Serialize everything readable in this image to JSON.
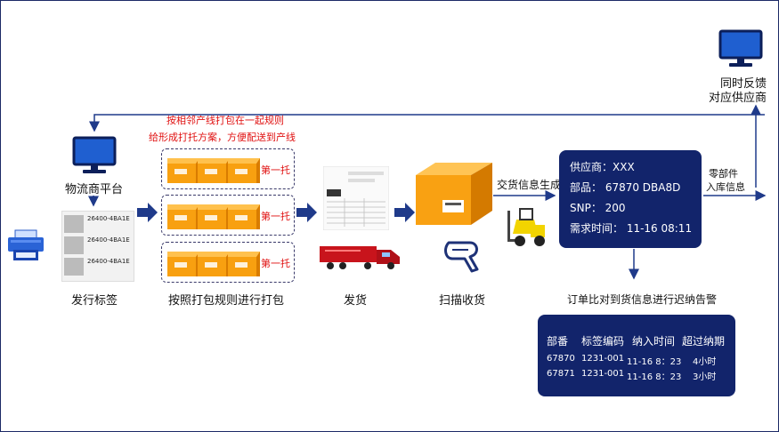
{
  "labels": {
    "logistics_platform": "物流商平台",
    "issue_label": "发行标签",
    "pack": "按照打包规则进行打包",
    "ship": "发货",
    "scan_receive": "扫描收货",
    "generate_info": "交货信息生成",
    "parts_inbound_line1": "零部件",
    "parts_inbound_line2": "入库信息",
    "feedback_line1": "同时反馈",
    "feedback_line2": "对应供应商",
    "order_compare": "订单比对到货信息进行迟纳告警"
  },
  "rule_note": {
    "line1": "按相邻产线打包在一起规则",
    "line2": "给形成打托方案，方便配送到产线"
  },
  "pallet_tag": "第一托",
  "label_code": "26400-4BA1E",
  "delivery_info": {
    "supplier": "供应商：XXX",
    "part": "部品：  67870 DBA8D",
    "snp": "SNP：  200",
    "demand_time": "需求时间：  11-16  08:11"
  },
  "late_table": {
    "headers": [
      "部番",
      "标签编码",
      "纳入时间",
      "超过纳期"
    ],
    "rows": [
      [
        "67870",
        "1231-001",
        "11-16  8：23",
        "4小时"
      ],
      [
        "67871",
        "1231-001",
        "11-16  8：23",
        "3小时"
      ]
    ]
  },
  "colors": {
    "navy": "#12246b",
    "arrow": "#1f3a8a",
    "red_note": "#e01010",
    "box": "#f8a010"
  },
  "icons": [
    "monitor-icon",
    "printer-icon",
    "label-sheet-icon",
    "box-icon",
    "document-icon",
    "truck-icon",
    "barcode-scanner-icon",
    "forklift-icon"
  ]
}
